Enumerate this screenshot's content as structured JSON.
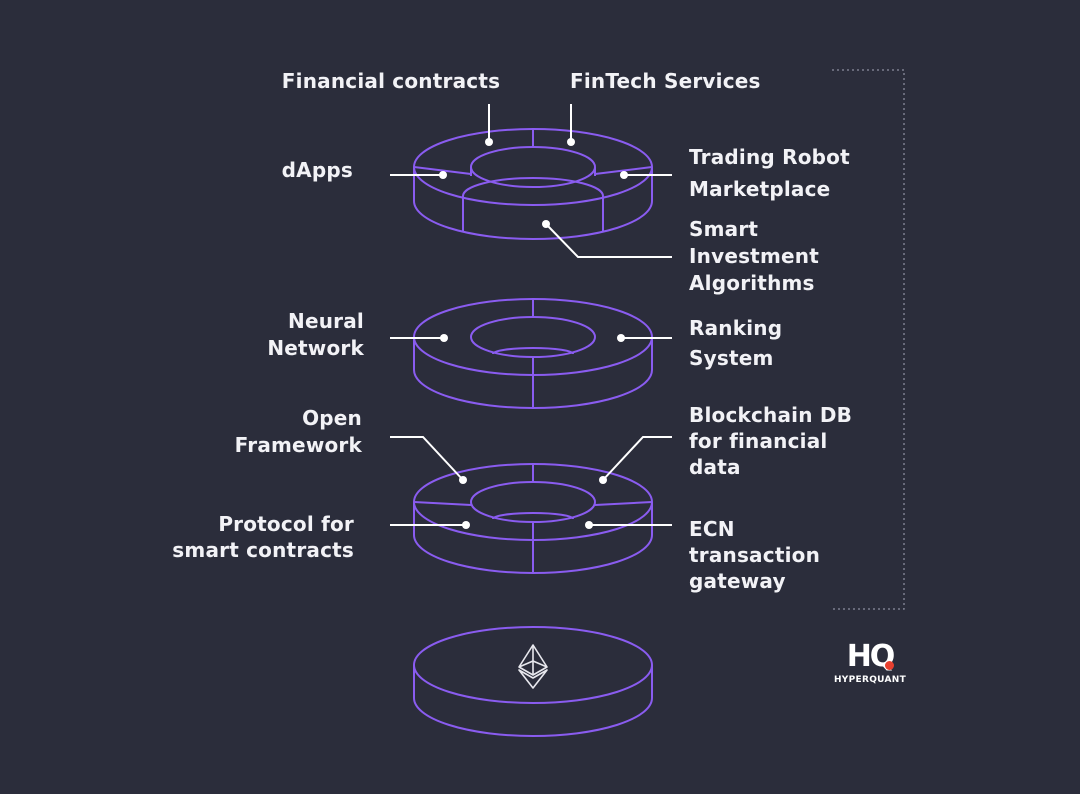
{
  "colors": {
    "background": "#2b2d3b",
    "ring_stroke": "#8a5cf0",
    "leader": "#ffffff",
    "bracket": "#7c7f8f",
    "logo_dot": "#e8402f"
  },
  "labels": {
    "financial_contracts": "Financial contracts",
    "fintech_services": "FinTech Services",
    "dapps": "dApps",
    "trading_robot": [
      "Trading Robot",
      "Marketplace"
    ],
    "smart_investment": [
      "Smart",
      "Investment",
      "Algorithms"
    ],
    "neural_network": [
      "Neural",
      "Network"
    ],
    "ranking_system": [
      "Ranking",
      "System"
    ],
    "open_framework": [
      "Open",
      "Framework"
    ],
    "blockchain_db": [
      "Blockchain DB",
      "for financial",
      "data"
    ],
    "protocol": [
      "Protocol for",
      "smart contracts"
    ],
    "ecn": [
      "ECN",
      "transaction",
      "gateway"
    ]
  },
  "icons": {
    "base_disk": "ethereum-icon"
  },
  "logo": {
    "mark": "HQ",
    "text": "HYPERQUANT"
  }
}
